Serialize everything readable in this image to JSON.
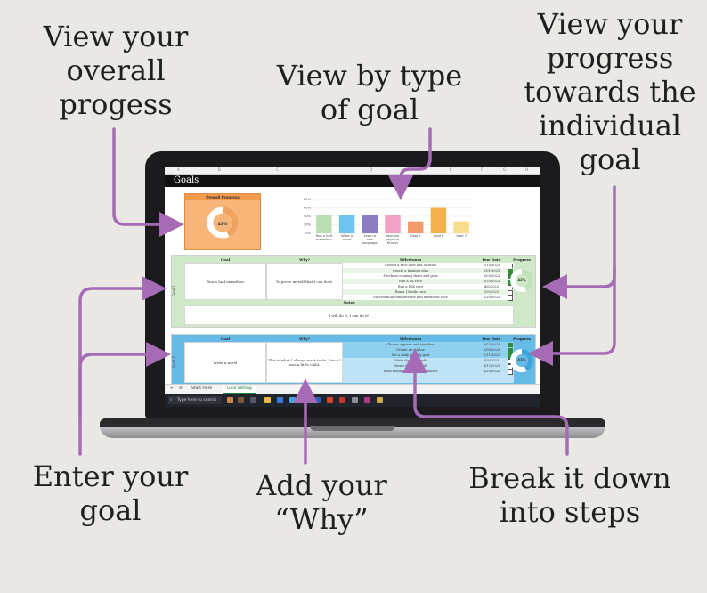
{
  "callouts": {
    "overall": [
      "View your",
      "overall",
      "progess"
    ],
    "by_type": [
      "View by type",
      "of goal"
    ],
    "individual": [
      "View your",
      "progress",
      "towards the",
      "individual",
      "goal"
    ],
    "enter_goal": [
      "Enter your",
      "goal"
    ],
    "why": [
      "Add your",
      "“Why”"
    ],
    "steps": [
      "Break it down",
      "into steps"
    ]
  },
  "sheet": {
    "title": "Goals",
    "columns": [
      "A",
      "B",
      "C",
      "D",
      "E",
      "F",
      "G",
      "H"
    ],
    "overall_progress": {
      "label": "Overall Progress",
      "value": 43,
      "value_text": "43%"
    },
    "accent_orange": "#f39a4d"
  },
  "chart_data": {
    "type": "bar",
    "categories": [
      "Run a half marathon",
      "Write a novel",
      "Learn a new language",
      "Improve physical fitness",
      "Goal 5",
      "Goal 6",
      "Goal 7"
    ],
    "values": [
      43,
      43,
      43,
      43,
      28,
      60,
      28
    ],
    "colors": [
      "#b9deb2",
      "#6ec3ec",
      "#8e7cc3",
      "#f2a1c7",
      "#f39a6a",
      "#f6b14f",
      "#f6dd8a"
    ],
    "yticks": [
      "0%",
      "20%",
      "40%",
      "60%",
      "80%"
    ],
    "ylim": [
      0,
      80
    ]
  },
  "goal1": {
    "side_label": "Goal 1",
    "headers": {
      "goal": "Goal",
      "why": "Why?",
      "milestones": "Milestones",
      "due": "Due Date",
      "progress": "Progress"
    },
    "goal": "Run a half marathon",
    "why": "To prove myself that I can do it.",
    "milestones": [
      {
        "text": "Choose a race date and location",
        "date": "2/10/2023",
        "done": false
      },
      {
        "text": "Create a training plan",
        "date": "3/01/2023",
        "done": true
      },
      {
        "text": "Purchase running shoes and gear",
        "date": "3/05/2023",
        "done": true
      },
      {
        "text": "Run a 5K race",
        "date": "3/20/2023",
        "done": true
      },
      {
        "text": "Run a 10K race",
        "date": "4/6/2023",
        "done": false
      },
      {
        "text": "Run a 15-mile race",
        "date": "5/9/2023",
        "done": false
      },
      {
        "text": "Successfully complete the half marathon race",
        "date": "5/20/2023",
        "done": false
      }
    ],
    "notes_label": "Notes",
    "notes": "I will do it, I can do it!",
    "progress_text": "43%",
    "progress_value": 43
  },
  "goal2": {
    "side_label": "Goal 2",
    "headers": {
      "goal": "Goal",
      "why": "Why?",
      "milestones": "Milestones",
      "due": "Due Date",
      "progress": "Progress"
    },
    "goal": "Write a novel",
    "why": "This is what I always want to do. Since I was a little child.",
    "milestones": [
      {
        "text": "Choose a genre and storyline",
        "date": "3/02/2023",
        "done": true
      },
      {
        "text": "Create an outline",
        "date": "3/09/2023",
        "done": true
      },
      {
        "text": "Set a daily writing goal",
        "date": "3/11/2023",
        "done": true
      },
      {
        "text": "Write the first draft",
        "date": "4/3/2023",
        "done": false
      },
      {
        "text": "Revise the first draft",
        "date": "4/12/2023",
        "done": false
      },
      {
        "text": "Seek feedback from beta readers",
        "date": "4/25/2023",
        "done": false
      }
    ],
    "progress_text": "43%",
    "progress_value": 43
  },
  "tabs": {
    "items": [
      "Start Here",
      "Goal Setting"
    ],
    "active": "Goal Setting"
  },
  "taskbar": {
    "search_placeholder": "Type here to search"
  }
}
